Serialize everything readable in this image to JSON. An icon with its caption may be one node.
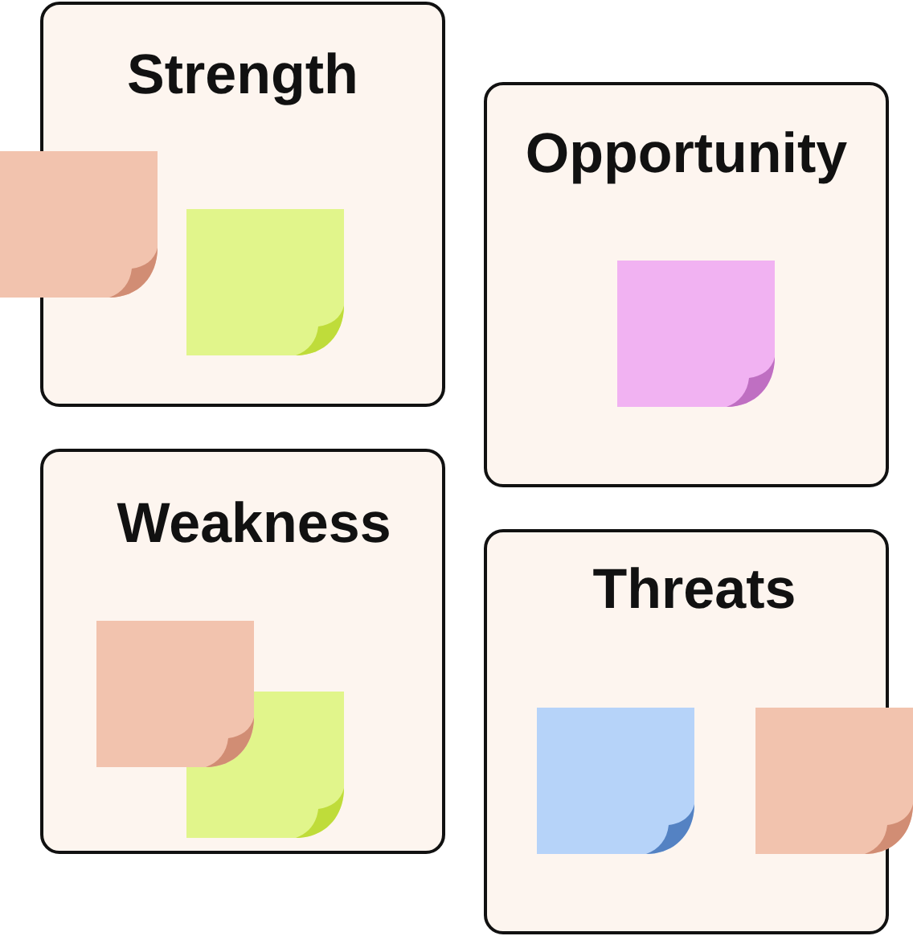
{
  "diagram": {
    "nodes": [
      {
        "text": [
          "Strength"
        ]
      },
      {
        "text": [
          "Opportunity"
        ]
      },
      {
        "text": [
          "Weakness"
        ]
      },
      {
        "text": [
          "Threats"
        ]
      }
    ]
  }
}
